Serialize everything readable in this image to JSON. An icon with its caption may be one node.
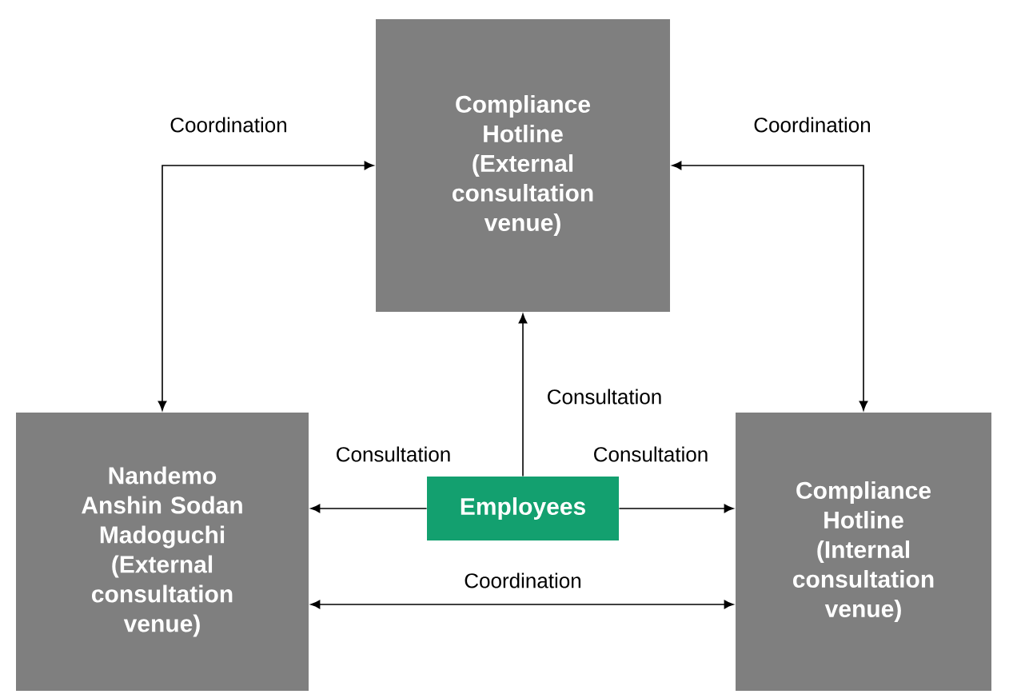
{
  "diagram": {
    "nodes": [
      {
        "text": [
          "Compliance Hotline (External consultation venue)"
        ]
      },
      {
        "text": [
          "Nandemo Anshin Sodan Madoguchi (External consultation venue)"
        ]
      },
      {
        "text": [
          "Compliance Hotline (Internal consultation venue)"
        ]
      },
      {
        "text": [
          "Employees"
        ]
      }
    ],
    "edges": [
      {
        "from": 0,
        "to": 1,
        "arrow": "both",
        "label": "Coordination"
      },
      {
        "from": 0,
        "to": 2,
        "arrow": "both",
        "label": "Coordination"
      },
      {
        "from": 3,
        "to": 0,
        "arrow": "to",
        "label": "Consultation"
      },
      {
        "from": 3,
        "to": 1,
        "arrow": "to",
        "label": "Consultation"
      },
      {
        "from": 3,
        "to": 2,
        "arrow": "to",
        "label": "Consultation"
      },
      {
        "from": 1,
        "to": 2,
        "arrow": "both",
        "label": "Coordination"
      }
    ]
  }
}
